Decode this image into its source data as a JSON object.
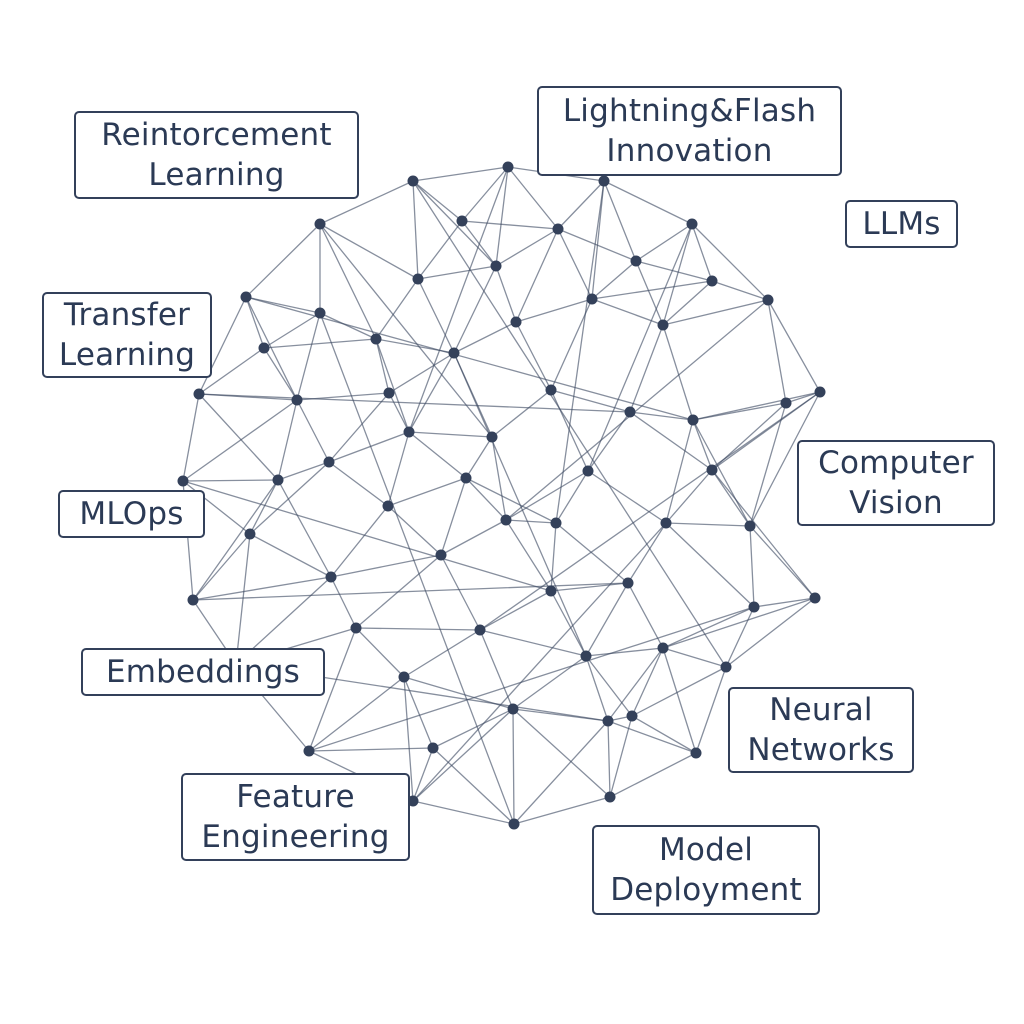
{
  "labels": {
    "reinforcement_learning": "Reintorcement\nLearning",
    "lightning_flash": "Lightning&Flash\nInnovation",
    "llms": "LLMs",
    "transfer_learning": "Transfer\nLearning",
    "computer_vision": "Computer\nVision",
    "mlops": "MLOps",
    "embeddings": "Embeddings",
    "neural_networks": "Neural\nNetworks",
    "feature_engineering": "Feature\nEngineering",
    "model_deployment": "Model\nDeployment"
  },
  "colors": {
    "ink": "#2b3a55",
    "node": "#34415a",
    "edge": "#3d4a63",
    "background": "#ffffff"
  }
}
